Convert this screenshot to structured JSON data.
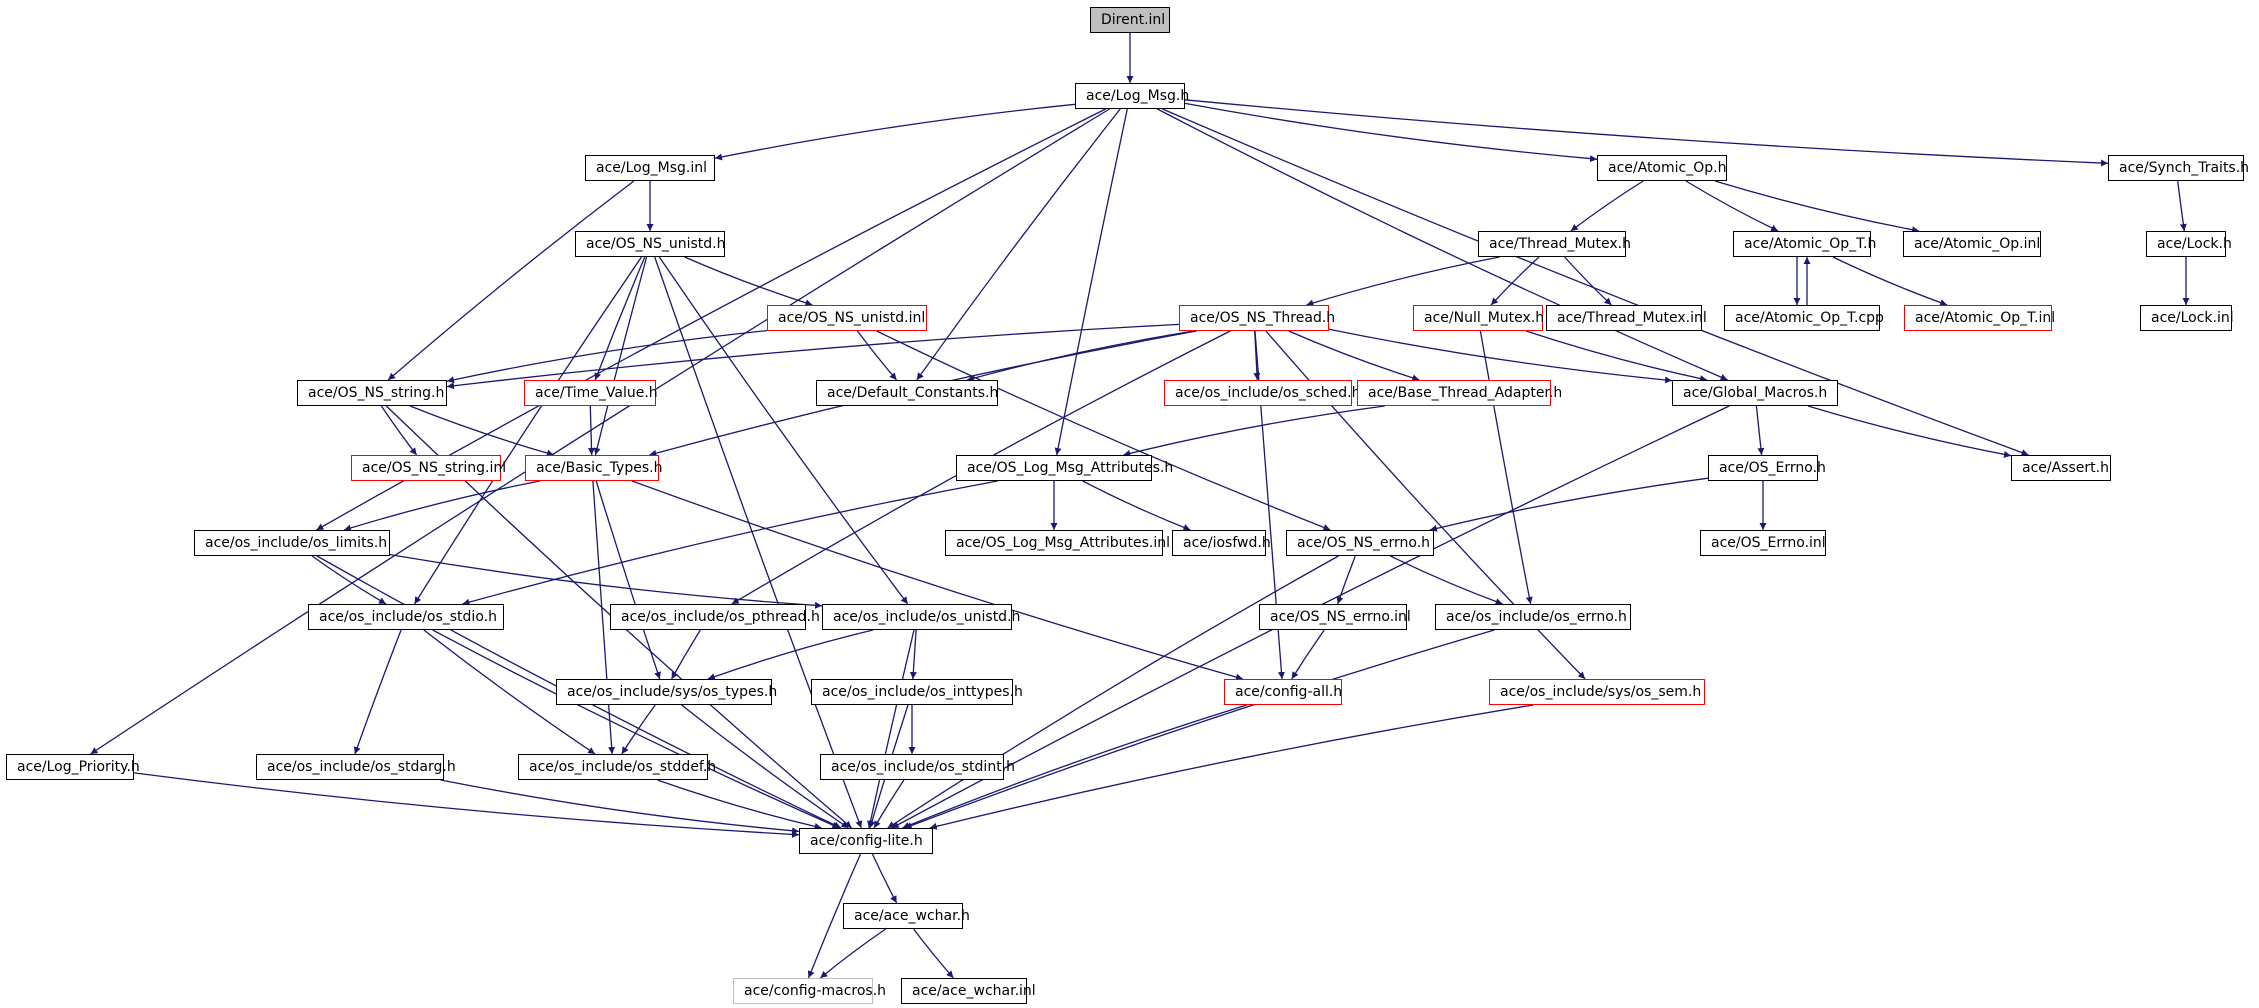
{
  "diagram": {
    "edge_color": "#191970",
    "nodes": [
      {
        "id": "n00",
        "label": "Dirent.inl",
        "style": "root"
      },
      {
        "id": "n01",
        "label": "ace/Log_Msg.h",
        "style": "black"
      },
      {
        "id": "n02",
        "label": "ace/Log_Msg.inl",
        "style": "black"
      },
      {
        "id": "n03",
        "label": "ace/Atomic_Op.h",
        "style": "black"
      },
      {
        "id": "n04",
        "label": "ace/Synch_Traits.h",
        "style": "black"
      },
      {
        "id": "n05",
        "label": "ace/OS_NS_unistd.h",
        "style": "black"
      },
      {
        "id": "n06",
        "label": "ace/Thread_Mutex.h",
        "style": "black"
      },
      {
        "id": "n07",
        "label": "ace/Atomic_Op_T.h",
        "style": "black"
      },
      {
        "id": "n08",
        "label": "ace/Atomic_Op.inl",
        "style": "black"
      },
      {
        "id": "n09",
        "label": "ace/Lock.h",
        "style": "black"
      },
      {
        "id": "n10",
        "label": "ace/OS_NS_unistd.inl",
        "style": "red"
      },
      {
        "id": "n11",
        "label": "ace/OS_NS_Thread.h",
        "style": "red"
      },
      {
        "id": "n12",
        "label": "ace/Null_Mutex.h",
        "style": "red"
      },
      {
        "id": "n13",
        "label": "ace/Thread_Mutex.inl",
        "style": "black"
      },
      {
        "id": "n14",
        "label": "ace/Atomic_Op_T.cpp",
        "style": "black"
      },
      {
        "id": "n15",
        "label": "ace/Atomic_Op_T.inl",
        "style": "red"
      },
      {
        "id": "n16",
        "label": "ace/Lock.inl",
        "style": "black"
      },
      {
        "id": "n17",
        "label": "ace/OS_NS_string.h",
        "style": "black"
      },
      {
        "id": "n18",
        "label": "ace/Time_Value.h",
        "style": "red"
      },
      {
        "id": "n19",
        "label": "ace/Default_Constants.h",
        "style": "black"
      },
      {
        "id": "n20",
        "label": "ace/os_include/os_sched.h",
        "style": "red"
      },
      {
        "id": "n21",
        "label": "ace/Base_Thread_Adapter.h",
        "style": "red"
      },
      {
        "id": "n22",
        "label": "ace/Global_Macros.h",
        "style": "black"
      },
      {
        "id": "n23",
        "label": "ace/OS_NS_string.inl",
        "style": "red"
      },
      {
        "id": "n24",
        "label": "ace/Basic_Types.h",
        "style": "red"
      },
      {
        "id": "n25",
        "label": "ace/OS_Log_Msg_Attributes.h",
        "style": "black"
      },
      {
        "id": "n26",
        "label": "ace/OS_Errno.h",
        "style": "black"
      },
      {
        "id": "n27",
        "label": "ace/Assert.h",
        "style": "black"
      },
      {
        "id": "n28",
        "label": "ace/os_include/os_limits.h",
        "style": "black"
      },
      {
        "id": "n29",
        "label": "ace/OS_Log_Msg_Attributes.inl",
        "style": "black"
      },
      {
        "id": "n30",
        "label": "ace/iosfwd.h",
        "style": "black"
      },
      {
        "id": "n31",
        "label": "ace/OS_NS_errno.h",
        "style": "black"
      },
      {
        "id": "n32",
        "label": "ace/OS_Errno.inl",
        "style": "black"
      },
      {
        "id": "n33",
        "label": "ace/os_include/os_stdio.h",
        "style": "black"
      },
      {
        "id": "n34",
        "label": "ace/os_include/os_pthread.h",
        "style": "black"
      },
      {
        "id": "n35",
        "label": "ace/os_include/os_unistd.h",
        "style": "black"
      },
      {
        "id": "n36",
        "label": "ace/OS_NS_errno.inl",
        "style": "black"
      },
      {
        "id": "n37",
        "label": "ace/os_include/os_errno.h",
        "style": "black"
      },
      {
        "id": "n38",
        "label": "ace/os_include/sys/os_types.h",
        "style": "black"
      },
      {
        "id": "n39",
        "label": "ace/os_include/os_inttypes.h",
        "style": "black"
      },
      {
        "id": "n40",
        "label": "ace/config-all.h",
        "style": "red"
      },
      {
        "id": "n41",
        "label": "ace/os_include/sys/os_sem.h",
        "style": "red"
      },
      {
        "id": "n42",
        "label": "ace/Log_Priority.h",
        "style": "black"
      },
      {
        "id": "n43",
        "label": "ace/os_include/os_stdarg.h",
        "style": "black"
      },
      {
        "id": "n44",
        "label": "ace/os_include/os_stddef.h",
        "style": "black"
      },
      {
        "id": "n45",
        "label": "ace/os_include/os_stdint.h",
        "style": "black"
      },
      {
        "id": "n46",
        "label": "ace/config-lite.h",
        "style": "black"
      },
      {
        "id": "n47",
        "label": "ace/ace_wchar.h",
        "style": "black"
      },
      {
        "id": "n48",
        "label": "ace/config-macros.h",
        "style": "gray"
      },
      {
        "id": "n49",
        "label": "ace/ace_wchar.inl",
        "style": "black"
      }
    ],
    "edges": [
      [
        "n00",
        "n01"
      ],
      [
        "n01",
        "n02"
      ],
      [
        "n01",
        "n03"
      ],
      [
        "n01",
        "n04"
      ],
      [
        "n01",
        "n19"
      ],
      [
        "n01",
        "n25"
      ],
      [
        "n01",
        "n22"
      ],
      [
        "n01",
        "n27"
      ],
      [
        "n01",
        "n28"
      ],
      [
        "n01",
        "n42"
      ],
      [
        "n02",
        "n05"
      ],
      [
        "n02",
        "n17"
      ],
      [
        "n03",
        "n06"
      ],
      [
        "n03",
        "n07"
      ],
      [
        "n03",
        "n08"
      ],
      [
        "n04",
        "n09"
      ],
      [
        "n09",
        "n16"
      ],
      [
        "n05",
        "n10"
      ],
      [
        "n05",
        "n18"
      ],
      [
        "n05",
        "n24"
      ],
      [
        "n05",
        "n33"
      ],
      [
        "n05",
        "n35"
      ],
      [
        "n05",
        "n46"
      ],
      [
        "n06",
        "n11"
      ],
      [
        "n06",
        "n12"
      ],
      [
        "n06",
        "n13"
      ],
      [
        "n07",
        "n14"
      ],
      [
        "n14",
        "n07"
      ],
      [
        "n07",
        "n15"
      ],
      [
        "n10",
        "n17"
      ],
      [
        "n10",
        "n19"
      ],
      [
        "n10",
        "n31"
      ],
      [
        "n11",
        "n19"
      ],
      [
        "n11",
        "n20"
      ],
      [
        "n11",
        "n21"
      ],
      [
        "n11",
        "n22"
      ],
      [
        "n11",
        "n24"
      ],
      [
        "n11",
        "n34"
      ],
      [
        "n11",
        "n40"
      ],
      [
        "n11",
        "n41"
      ],
      [
        "n11",
        "n17"
      ],
      [
        "n12",
        "n22"
      ],
      [
        "n12",
        "n37"
      ],
      [
        "n17",
        "n23"
      ],
      [
        "n17",
        "n24"
      ],
      [
        "n17",
        "n46"
      ],
      [
        "n18",
        "n24"
      ],
      [
        "n21",
        "n25"
      ],
      [
        "n22",
        "n26"
      ],
      [
        "n22",
        "n27"
      ],
      [
        "n22",
        "n46"
      ],
      [
        "n24",
        "n28"
      ],
      [
        "n24",
        "n38"
      ],
      [
        "n24",
        "n44"
      ],
      [
        "n24",
        "n40"
      ],
      [
        "n25",
        "n29"
      ],
      [
        "n25",
        "n30"
      ],
      [
        "n25",
        "n33"
      ],
      [
        "n26",
        "n32"
      ],
      [
        "n26",
        "n31"
      ],
      [
        "n28",
        "n33"
      ],
      [
        "n28",
        "n35"
      ],
      [
        "n28",
        "n46"
      ],
      [
        "n31",
        "n36"
      ],
      [
        "n31",
        "n37"
      ],
      [
        "n31",
        "n46"
      ],
      [
        "n33",
        "n43"
      ],
      [
        "n33",
        "n44"
      ],
      [
        "n33",
        "n46"
      ],
      [
        "n34",
        "n38"
      ],
      [
        "n35",
        "n38"
      ],
      [
        "n35",
        "n39"
      ],
      [
        "n35",
        "n46"
      ],
      [
        "n36",
        "n40"
      ],
      [
        "n37",
        "n46"
      ],
      [
        "n38",
        "n44"
      ],
      [
        "n38",
        "n46"
      ],
      [
        "n39",
        "n45"
      ],
      [
        "n39",
        "n46"
      ],
      [
        "n40",
        "n46"
      ],
      [
        "n41",
        "n46"
      ],
      [
        "n42",
        "n46"
      ],
      [
        "n43",
        "n46"
      ],
      [
        "n44",
        "n46"
      ],
      [
        "n45",
        "n46"
      ],
      [
        "n46",
        "n47"
      ],
      [
        "n46",
        "n48"
      ],
      [
        "n47",
        "n48"
      ],
      [
        "n47",
        "n49"
      ]
    ]
  }
}
